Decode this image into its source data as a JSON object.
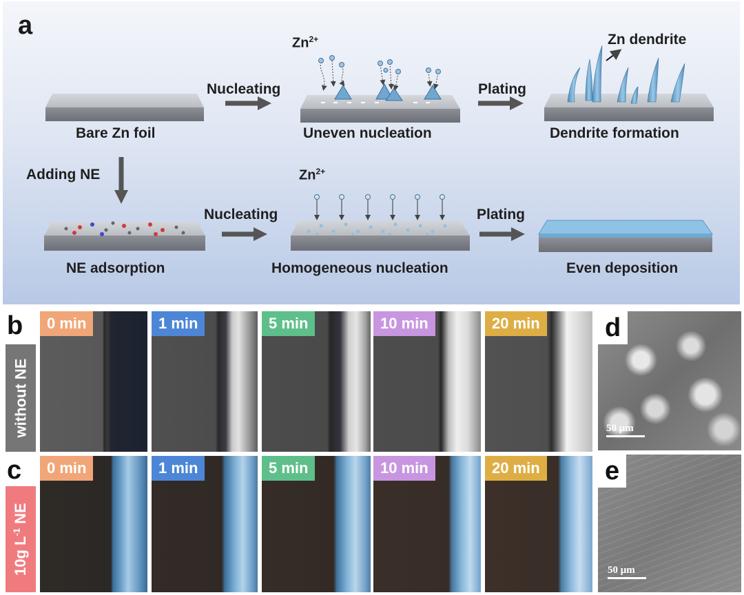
{
  "panel_a": {
    "label": "a",
    "row1": {
      "captions": [
        "Bare Zn foil",
        "Uneven nucleation",
        "Dendrite formation"
      ],
      "step1": "Nucleating",
      "step2": "Plating",
      "ion": "Zn",
      "ion_charge": "2+",
      "dendrite_label": "Zn dendrite"
    },
    "side_step": "Adding NE",
    "row2": {
      "captions": [
        "NE adsorption",
        "Homogeneous nucleation",
        "Even deposition"
      ],
      "step1": "Nucleating",
      "step2": "Plating",
      "ion": "Zn",
      "ion_charge": "2+"
    }
  },
  "panel_b": {
    "label": "b",
    "row_label": "without NE",
    "times": [
      "0 min",
      "1 min",
      "5 min",
      "10 min",
      "20 min"
    ]
  },
  "panel_c": {
    "label": "c",
    "row_label_prefix": "10g L",
    "row_label_sup": "-1",
    "row_label_suffix": " NE",
    "times": [
      "0 min",
      "1 min",
      "5 min",
      "10 min",
      "20 min"
    ]
  },
  "panel_d": {
    "label": "d",
    "scale": "50 μm"
  },
  "panel_e": {
    "label": "e",
    "scale": "50 μm"
  },
  "colors": {
    "tag_0": "#f0a678",
    "tag_1": "#4d86d6",
    "tag_5": "#5ebf8a",
    "tag_10": "#c896e0",
    "tag_20": "#deae45",
    "row_b": "#767676",
    "row_c": "#f07b7f",
    "zn_deposit": "#7fb3d8",
    "foil": "#9fa3a8"
  }
}
